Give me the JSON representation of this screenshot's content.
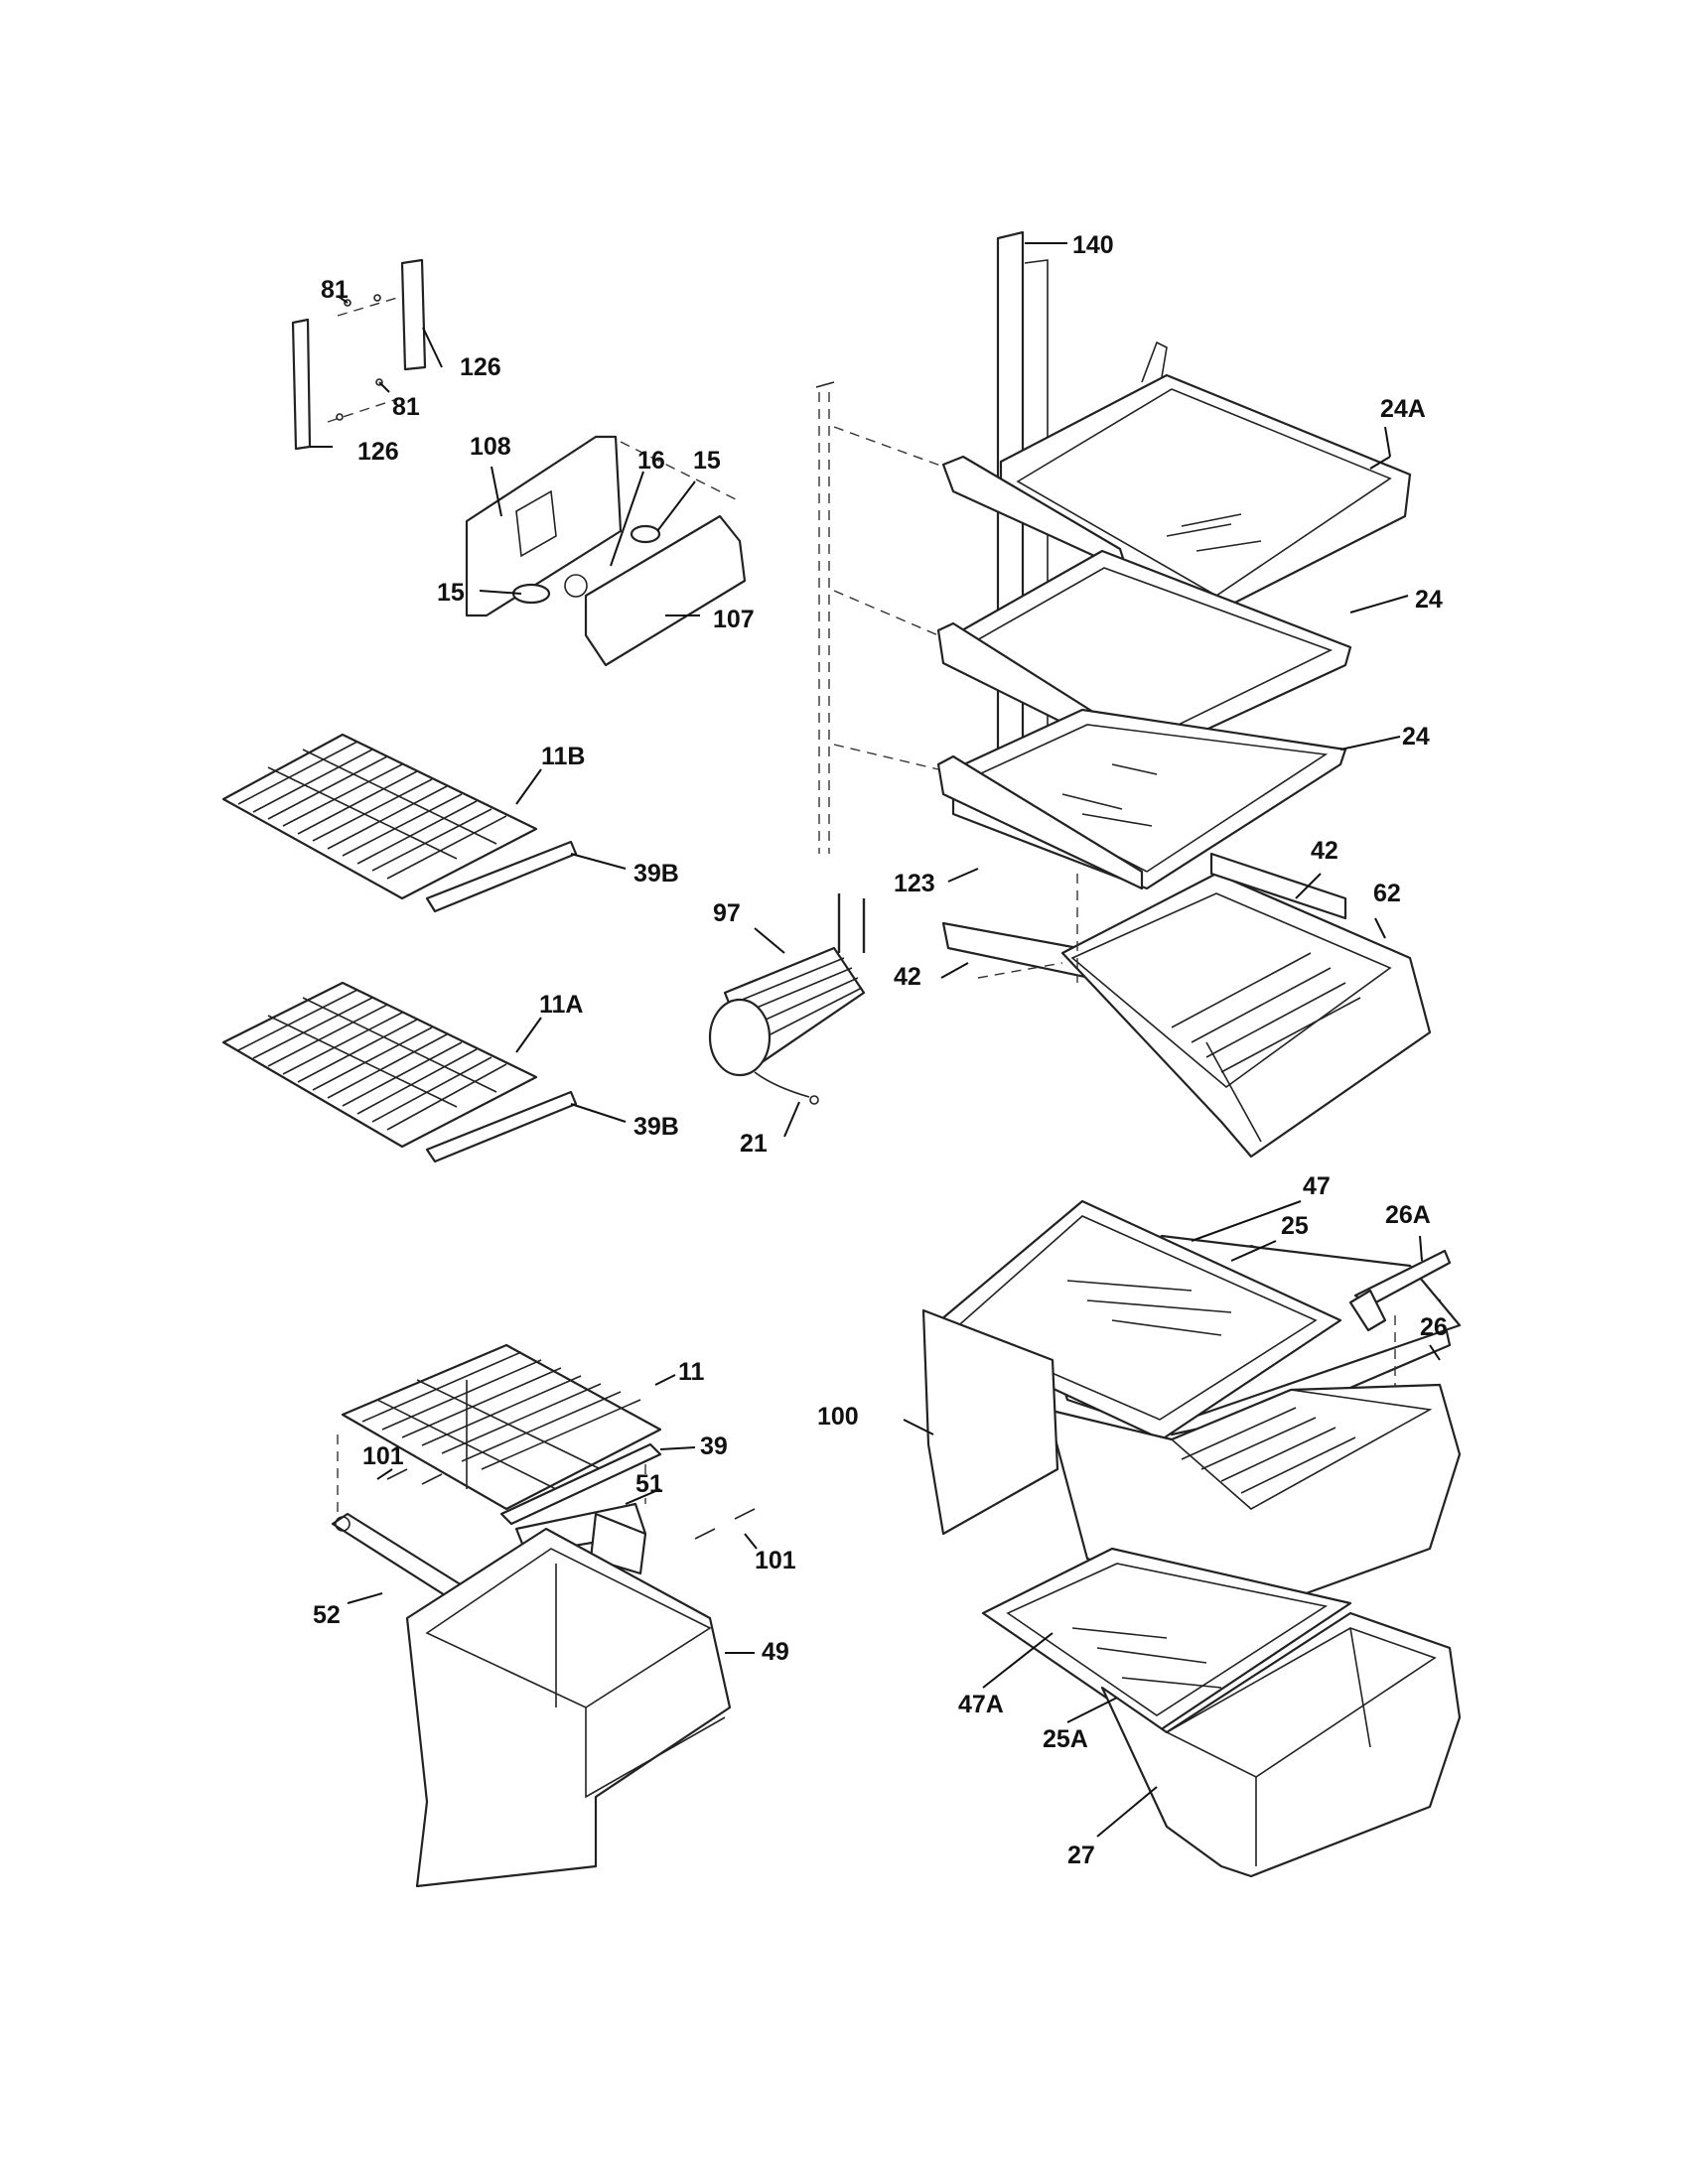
{
  "diagram": {
    "callouts": [
      {
        "id": "140"
      },
      {
        "id": "24A"
      },
      {
        "id": "24",
        "instance": "upper"
      },
      {
        "id": "24",
        "instance": "lower"
      },
      {
        "id": "81",
        "instance": "upper"
      },
      {
        "id": "81",
        "instance": "lower"
      },
      {
        "id": "126",
        "instance": "upper"
      },
      {
        "id": "126",
        "instance": "lower"
      },
      {
        "id": "108"
      },
      {
        "id": "16"
      },
      {
        "id": "15",
        "instance": "right"
      },
      {
        "id": "15",
        "instance": "left"
      },
      {
        "id": "107"
      },
      {
        "id": "11B"
      },
      {
        "id": "39B",
        "instance": "upper"
      },
      {
        "id": "11A"
      },
      {
        "id": "39B",
        "instance": "lower"
      },
      {
        "id": "97"
      },
      {
        "id": "21"
      },
      {
        "id": "123"
      },
      {
        "id": "42",
        "instance": "right"
      },
      {
        "id": "42",
        "instance": "left"
      },
      {
        "id": "62"
      },
      {
        "id": "47"
      },
      {
        "id": "25"
      },
      {
        "id": "26A"
      },
      {
        "id": "26"
      },
      {
        "id": "100"
      },
      {
        "id": "47A"
      },
      {
        "id": "25A"
      },
      {
        "id": "27"
      },
      {
        "id": "11"
      },
      {
        "id": "39"
      },
      {
        "id": "101",
        "instance": "left"
      },
      {
        "id": "51"
      },
      {
        "id": "101",
        "instance": "right"
      },
      {
        "id": "52"
      },
      {
        "id": "49"
      }
    ]
  }
}
